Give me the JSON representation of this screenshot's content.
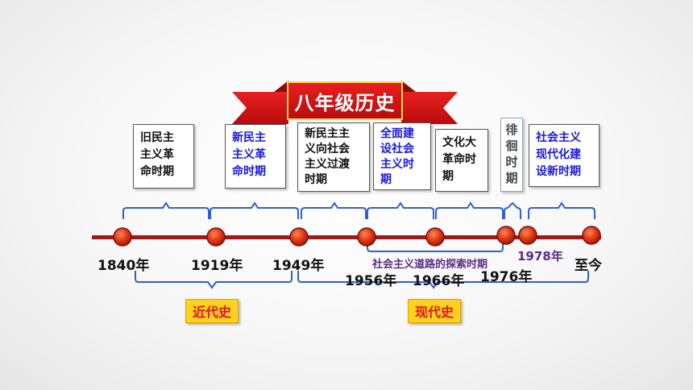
{
  "title": "八年级历史",
  "periods": [
    {
      "label": "旧民主\n主义革\n命时期"
    },
    {
      "label": "新民主\n主义革\n命时期"
    },
    {
      "label": "新民主主\n义向社会\n主义过渡\n时期"
    },
    {
      "label": "全面建\n设社会\n主义时\n期"
    },
    {
      "label": "文化大\n革命时\n期"
    },
    {
      "label": "徘\n徊\n时\n期"
    },
    {
      "label": "社会主义\n现代化建\n设新时期"
    }
  ],
  "years": [
    "1840年",
    "1919年",
    "1949年",
    "1956年",
    "1966年",
    "1976年",
    "1978年",
    "至今"
  ],
  "exploration_period": "社会主义道路的探索时期",
  "eras": {
    "modern_early": "近代史",
    "contemporary": "现代史"
  },
  "colors": {
    "timeline": "#a01818",
    "node": "#d63a1a",
    "bracket": "#2f5fd0",
    "banner": "#d31414",
    "era_bg": "#ffd21f",
    "era_text": "#e0141e",
    "blue_text": "#1a1adb",
    "purple_text": "#5a2a86"
  }
}
